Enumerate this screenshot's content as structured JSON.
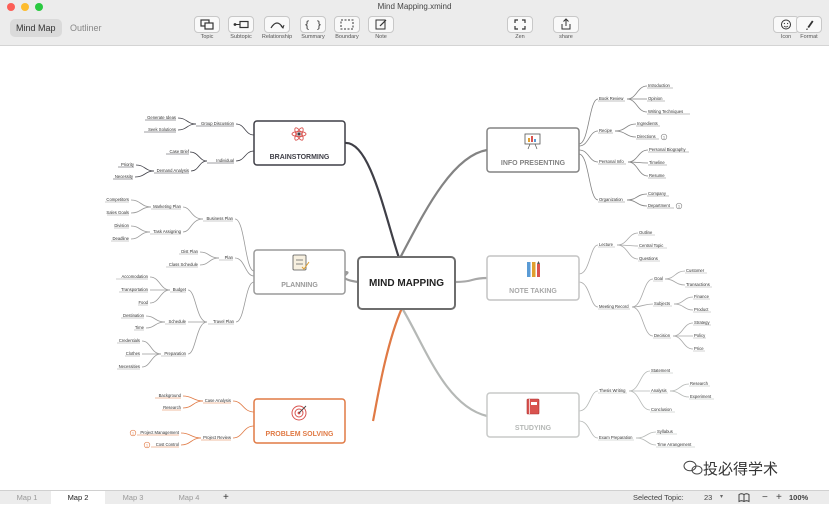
{
  "window": {
    "title": "Mind Mapping.xmind"
  },
  "view_tabs": [
    {
      "label": "Mind Map",
      "active": true
    },
    {
      "label": "Outliner",
      "active": false
    }
  ],
  "toolbar": {
    "topic": "Topic",
    "subtopic": "Subtopic",
    "relationship": "Relationship",
    "summary": "Summary",
    "boundary": "Boundary",
    "note": "Note",
    "zen": "Zen",
    "share": "share",
    "icon": "Icon",
    "format": "Format"
  },
  "map": {
    "central": "MIND MAPPING",
    "brainstorming": {
      "title": "BRAINSTORMING",
      "group_discussion": "Group Discussion",
      "generate_ideas": "Generate Ideas",
      "seek_solutions": "Seek Solutions",
      "individual": "Individual",
      "case_brief": "Case Brief",
      "demand_analysis": "Demand Analysis",
      "priority": "Priority",
      "necessity": "Necessity"
    },
    "planning": {
      "title": "PLANNING",
      "business_plan": "Business Plan",
      "marketing_plan": "Marketing Plan",
      "competitors": "Competitors",
      "sales_goals": "Sales Goals",
      "task_assigning": "Task Assigning",
      "division": "Division",
      "deadline": "Deadline",
      "plan": "Plan",
      "dist_plan": "Dist Plan",
      "class_schedule": "Class Schedule",
      "travel_plan": "Travel Plan",
      "budget": "Budget",
      "accommodation": "Accomodation",
      "transportation": "Transportation",
      "food": "Food",
      "schedule": "Schedule",
      "destination": "Destination",
      "time": "Time",
      "preparation": "Preparation",
      "credentials": "Credentials",
      "clothes": "Clothes",
      "necessities": "Necessities"
    },
    "problem_solving": {
      "title": "PROBLEM SOLVING",
      "case_analysis": "Case Analysis",
      "background": "Background",
      "research": "Research",
      "project_review": "Project Review",
      "project_management": "Project Management",
      "cost_control": "Cost Control"
    },
    "info_presenting": {
      "title": "INFO PRESENTING",
      "book_review": "Book Review",
      "introduction": "Introduction",
      "opinion": "Opinion",
      "writing_techniques": "Writing Techniques",
      "recipe": "Recipe",
      "ingredients": "Ingredients",
      "directions": "Directions",
      "personal_info": "Personal Info",
      "personal_biography": "Personal Biography",
      "timeline": "Timeline",
      "resume": "Resume",
      "organization": "Organization",
      "company": "Company",
      "department": "Department"
    },
    "note_taking": {
      "title": "NOTE TAKING",
      "lecture": "Lecture",
      "outline": "Outline",
      "central_topic": "Central Topic",
      "questions": "Questions",
      "meeting_record": "Meeting Record",
      "goal": "Goal",
      "customer": "Customer",
      "transactions": "Transactions",
      "subjects": "Subjects",
      "finance": "Finance",
      "product": "Product",
      "decision": "Decision",
      "strategy": "Strategy",
      "policy": "Policy",
      "price": "Price"
    },
    "studying": {
      "title": "STUDYING",
      "thesis_writing": "Thesis Writing",
      "statement": "Statement",
      "analysis": "Analysis",
      "research": "Research",
      "experiment": "Experiment",
      "conclusion": "Conclusion",
      "exam_preparation": "Exam Preparation",
      "syllabus": "Syllabus",
      "time_arrangement": "Time Arrangement"
    },
    "collapse_counts": {
      "directions": "1",
      "department": "1",
      "project_management": "1",
      "cost_control": "1"
    }
  },
  "watermark": "投必得学术",
  "bottom": {
    "map_tabs": [
      "Map 1",
      "Map 2",
      "Map 3",
      "Map 4"
    ],
    "add": "+",
    "selected_label": "Selected Topic:",
    "selected_count": "23",
    "minus": "−",
    "plus": "+",
    "zoom": "100%"
  },
  "colors": {
    "central_border": "#6e6e6e",
    "brainstorming": "#3f3f47",
    "planning": "#9a9a9a",
    "problem_solving": "#e07a45",
    "info_presenting": "#838383",
    "note_taking": "#a8a8a8",
    "studying": "#b5b8b6"
  }
}
